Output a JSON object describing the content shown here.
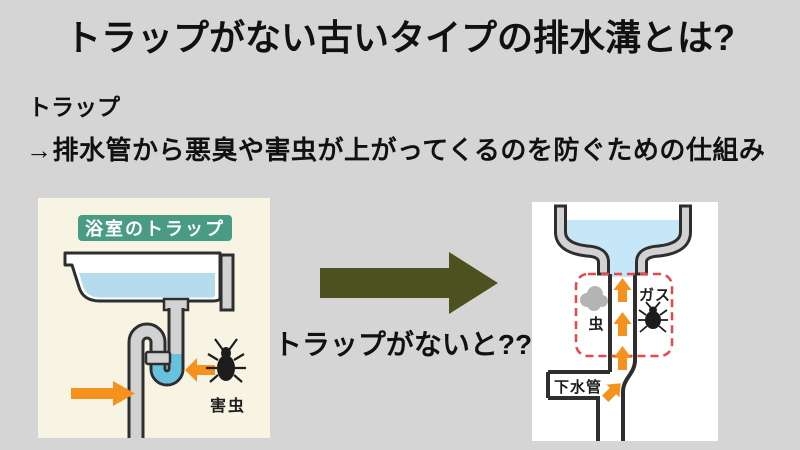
{
  "page": {
    "title": "トラップがない古いタイプの排水溝とは?",
    "term": "トラップ",
    "definition": "→排水管から悪臭や害虫が上がってくるのを防ぐための仕組み",
    "bg_color": "#d5d5d5",
    "text_color": "#111111"
  },
  "left_diagram": {
    "badge_label": "浴室のトラップ",
    "pest_label": "害虫",
    "colors": {
      "panel_bg": "#f8f4e4",
      "badge_bg": "#4a9b84",
      "badge_text": "#ffffff",
      "basin_water": "#b5dcec",
      "trap_water": "#66c2de",
      "pipe_fill": "#d2d2d2",
      "outline": "#2e2e2e",
      "arrow": "#f5921e",
      "bug": "#1d1d1d"
    }
  },
  "transition": {
    "caption": "トラップがないと??",
    "arrow_color": "#4d501f"
  },
  "right_diagram": {
    "gas_label": "ガス",
    "bug_label": "虫",
    "sewer_label": "下水管",
    "colors": {
      "panel_bg": "#ffffff",
      "outline": "#2e2e2e",
      "wall_fill": "#d2d2d2",
      "water": "#c5e7f7",
      "danger_border": "#e8474b",
      "smoke": "#b4b4b4",
      "arrow": "#f5921e",
      "bug": "#1d1d1d"
    }
  }
}
